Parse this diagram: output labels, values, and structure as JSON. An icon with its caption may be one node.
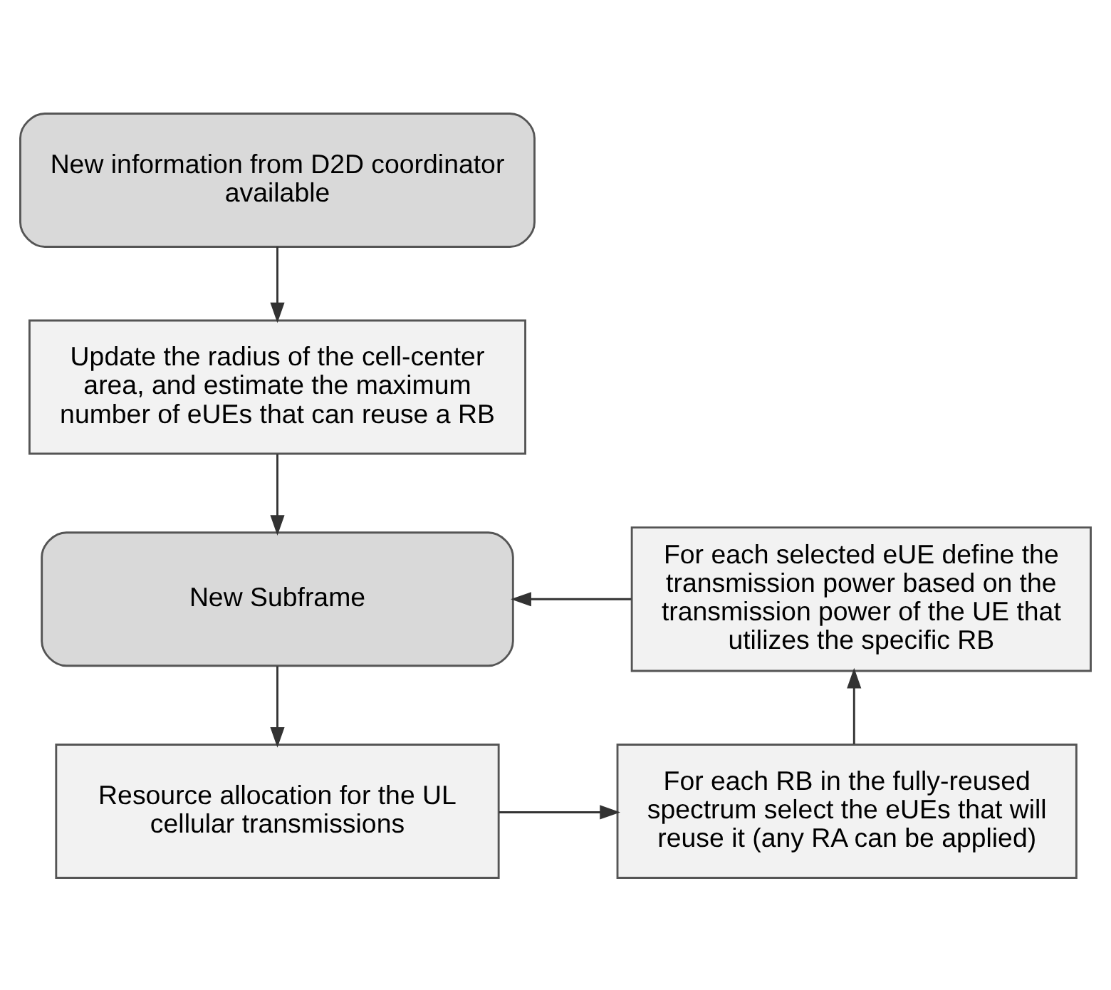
{
  "diagram": {
    "nodes": [
      {
        "text": [
          "New information from D2D coordinator available"
        ]
      },
      {
        "text": [
          "Update the radius of the cell-center area, and estimate the maximum number of eUEs that can reuse a RB"
        ]
      },
      {
        "text": [
          "New Subframe"
        ]
      },
      {
        "text": [
          "Resource allocation for the UL cellular transmissions"
        ]
      },
      {
        "text": [
          "For each RB in the fully-reused spectrum select the eUEs that will reuse it (any RA can be applied)"
        ]
      },
      {
        "text": [
          "For each selected eUE define the transmission power based on the transmission power of the UE that utilizes the specific RB"
        ]
      }
    ],
    "edges": [
      {
        "from": 0,
        "to": 1,
        "arrow": "to"
      },
      {
        "from": 1,
        "to": 2,
        "arrow": "to"
      },
      {
        "from": 5,
        "to": 2,
        "arrow": "to"
      },
      {
        "from": 2,
        "to": 3,
        "arrow": "to"
      },
      {
        "from": 3,
        "to": 4,
        "arrow": "to"
      },
      {
        "from": 4,
        "to": 5,
        "arrow": "to"
      }
    ]
  }
}
